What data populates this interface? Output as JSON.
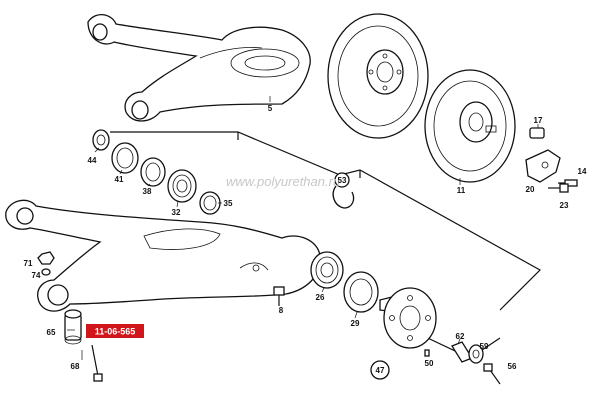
{
  "watermark": "www.polyurethan.ru",
  "highlight": {
    "label": "11-06-565",
    "color": "#d0161b"
  },
  "callouts": {
    "p5": "5",
    "p11": "11",
    "p17": "17",
    "p14": "14",
    "p20": "20",
    "p23": "23",
    "p44": "44",
    "p41": "41",
    "p38": "38",
    "p32": "32",
    "p35": "35",
    "p53": "53",
    "p71": "71",
    "p74": "74",
    "p8": "8",
    "p26": "26",
    "p29": "29",
    "p65": "65",
    "p68": "68",
    "p62": "62",
    "p59": "59",
    "p50": "50",
    "p47": "47",
    "p56": "56"
  }
}
